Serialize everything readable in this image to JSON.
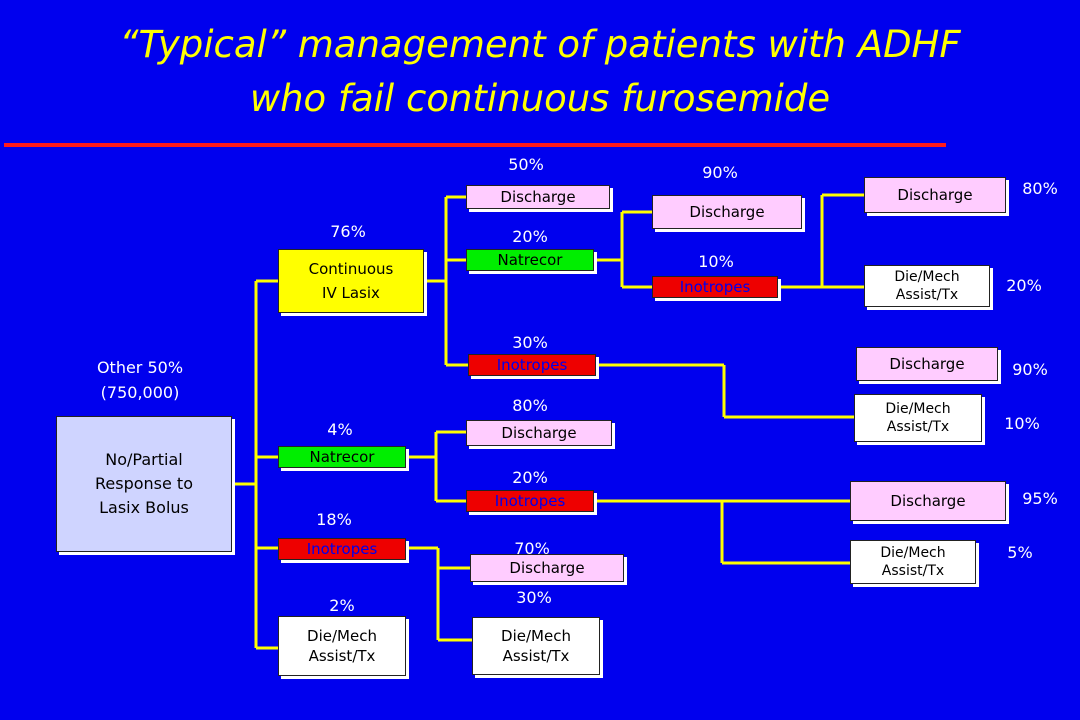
{
  "title_line1": "“Typical” management of patients with ADHF",
  "title_line2": "who fail continuous furosemide",
  "start": {
    "label": "Other 50%\n(750,000)",
    "box": "No/Partial\nResponse to\nLasix Bolus"
  },
  "level1": {
    "lasix": {
      "pct": "76%",
      "box": "Continuous\nIV Lasix"
    },
    "natrecor": {
      "pct": "4%",
      "box": "Natrecor"
    },
    "inotropes": {
      "pct": "18%",
      "box": "Inotropes"
    },
    "die": {
      "pct": "2%",
      "box": "Die/Mech\nAssist/Tx"
    }
  },
  "level2": {
    "lasix_discharge": {
      "pct": "50%",
      "box": "Discharge"
    },
    "lasix_natrecor": {
      "pct": "20%",
      "box": "Natrecor"
    },
    "lasix_inotropes": {
      "pct": "30%",
      "box": "Inotropes"
    },
    "nat_discharge": {
      "pct": "80%",
      "box": "Discharge"
    },
    "nat_inotropes": {
      "pct": "20%",
      "box": "Inotropes"
    },
    "ino_discharge": {
      "pct": "70%",
      "box": "Discharge"
    },
    "ino_die": {
      "pct": "30%",
      "box": "Die/Mech\nAssist/Tx"
    }
  },
  "level3": {
    "discharge": {
      "pct": "90%",
      "box": "Discharge"
    },
    "inotropes": {
      "pct": "10%",
      "box": "Inotropes"
    }
  },
  "outcomes": {
    "a_discharge": {
      "pct": "80%",
      "box": "Discharge"
    },
    "a_die": {
      "pct": "20%",
      "box": "Die/Mech\nAssist/Tx"
    },
    "b_discharge": {
      "pct": "90%",
      "box": "Discharge"
    },
    "b_die": {
      "pct": "10%",
      "box": "Die/Mech\nAssist/Tx"
    },
    "c_discharge": {
      "pct": "95%",
      "box": "Discharge"
    },
    "c_die": {
      "pct": "5%",
      "box": "Die/Mech\nAssist/Tx"
    }
  }
}
